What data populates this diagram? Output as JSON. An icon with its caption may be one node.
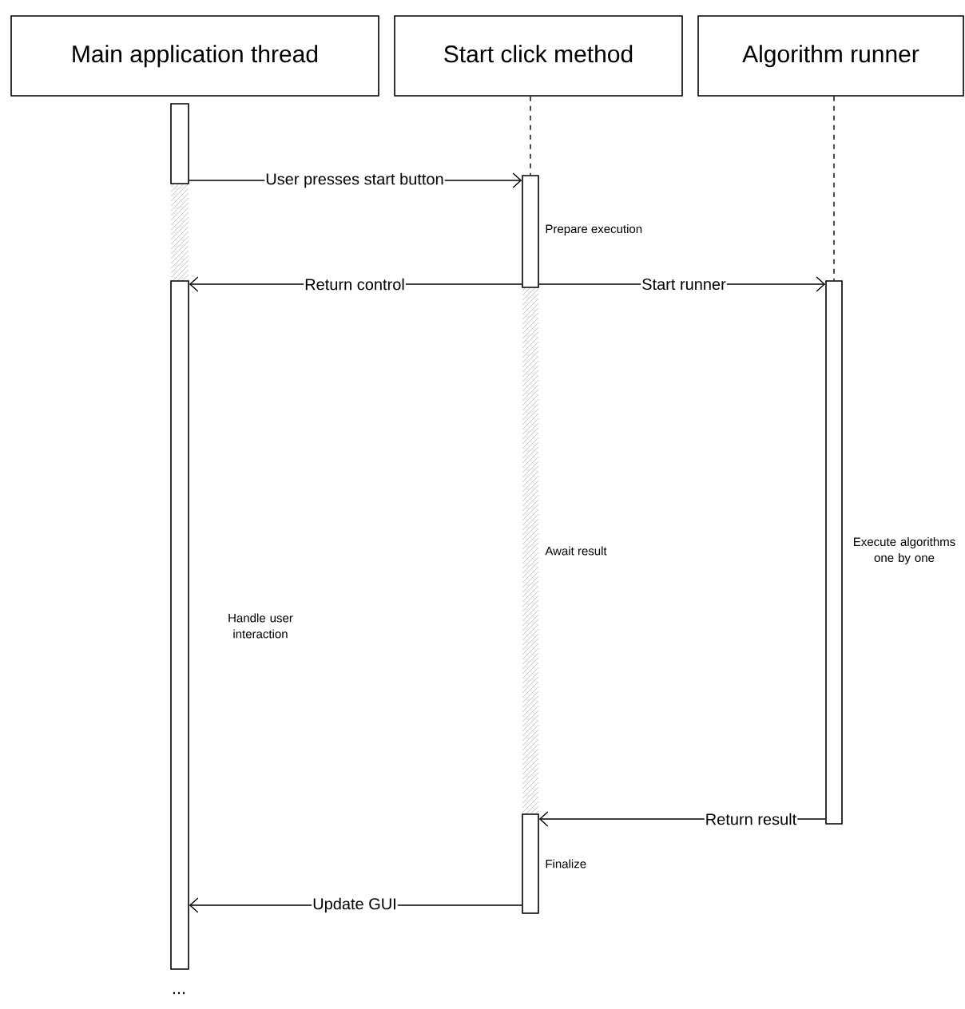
{
  "diagram": {
    "nodes": [
      {
        "text": [
          "Main application thread"
        ]
      },
      {
        "text": [
          "Start click method"
        ]
      },
      {
        "text": [
          "Algorithm runner"
        ]
      },
      {
        "text": [],
        "shape": "bar"
      },
      {
        "text": [],
        "shape": "bar",
        "beside": [
          "Prepare execution"
        ]
      },
      {
        "text": [],
        "shape": "bar",
        "beside": [
          "Handle user interaction"
        ]
      },
      {
        "text": [],
        "shape": "bar",
        "beside": [
          "Execute algorithms one by one"
        ]
      },
      {
        "text": [],
        "shape": "bar",
        "beside": [
          "Finalize"
        ]
      }
    ],
    "edges": [
      {
        "from": 1,
        "to": 4,
        "arrow": "none",
        "style": "dashed"
      },
      {
        "from": 2,
        "to": 6,
        "arrow": "none",
        "style": "dashed"
      },
      {
        "from": 3,
        "to": 4,
        "arrow": "to",
        "label": "User presses start button"
      },
      {
        "from": 4,
        "to": 5,
        "arrow": "to",
        "label": "Return control"
      },
      {
        "from": 4,
        "to": 6,
        "arrow": "to",
        "label": "Start runner"
      },
      {
        "from": 6,
        "to": 7,
        "arrow": "to",
        "label": "Return result"
      },
      {
        "from": 7,
        "to": 5,
        "arrow": "to",
        "label": "Update GUI"
      }
    ],
    "labels": [
      "Await result",
      "..."
    ]
  }
}
